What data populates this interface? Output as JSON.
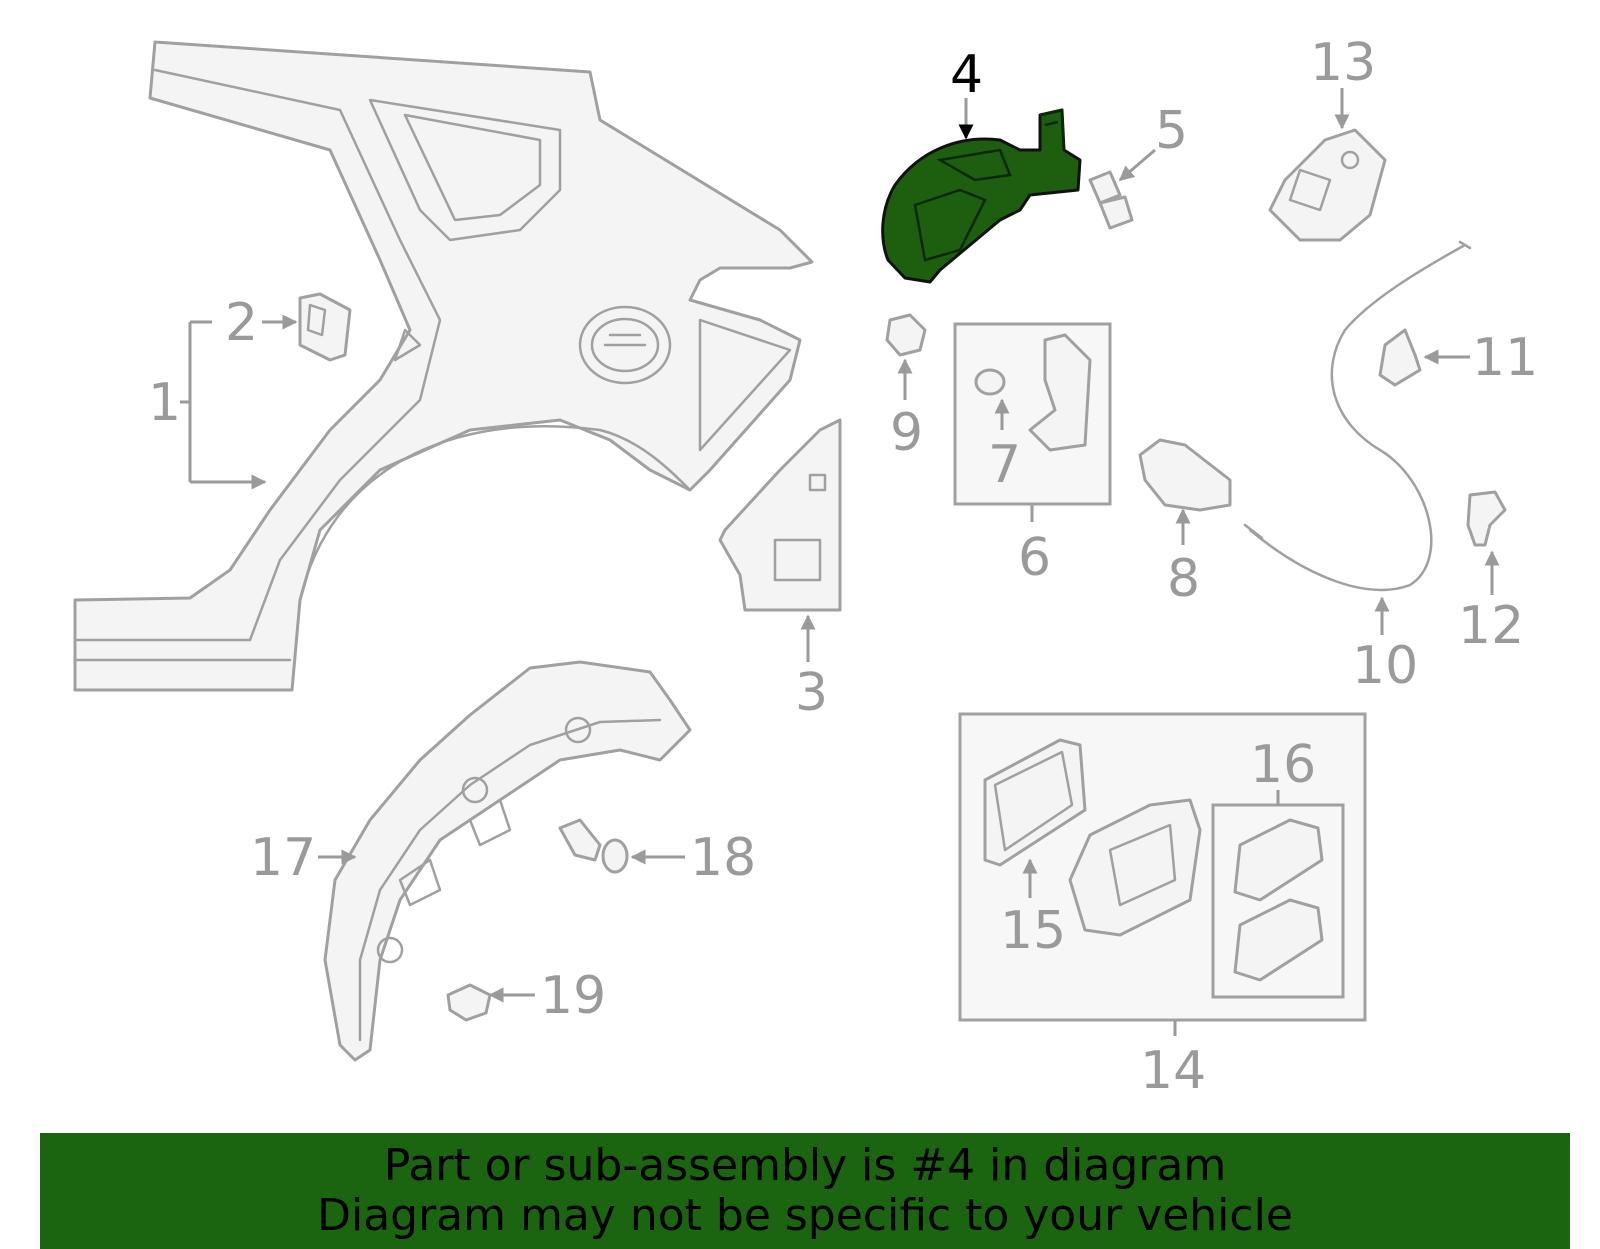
{
  "diagram": {
    "highlighted_part": "4",
    "highlight_color": "#1d5e0f",
    "callouts": [
      "1",
      "2",
      "3",
      "4",
      "5",
      "6",
      "7",
      "8",
      "9",
      "10",
      "11",
      "12",
      "13",
      "14",
      "15",
      "16",
      "17",
      "18",
      "19"
    ]
  },
  "banner": {
    "line1": "Part or sub-assembly is #4 in diagram",
    "line2": "Diagram may not be specific to your vehicle",
    "background": "#1b6410"
  }
}
